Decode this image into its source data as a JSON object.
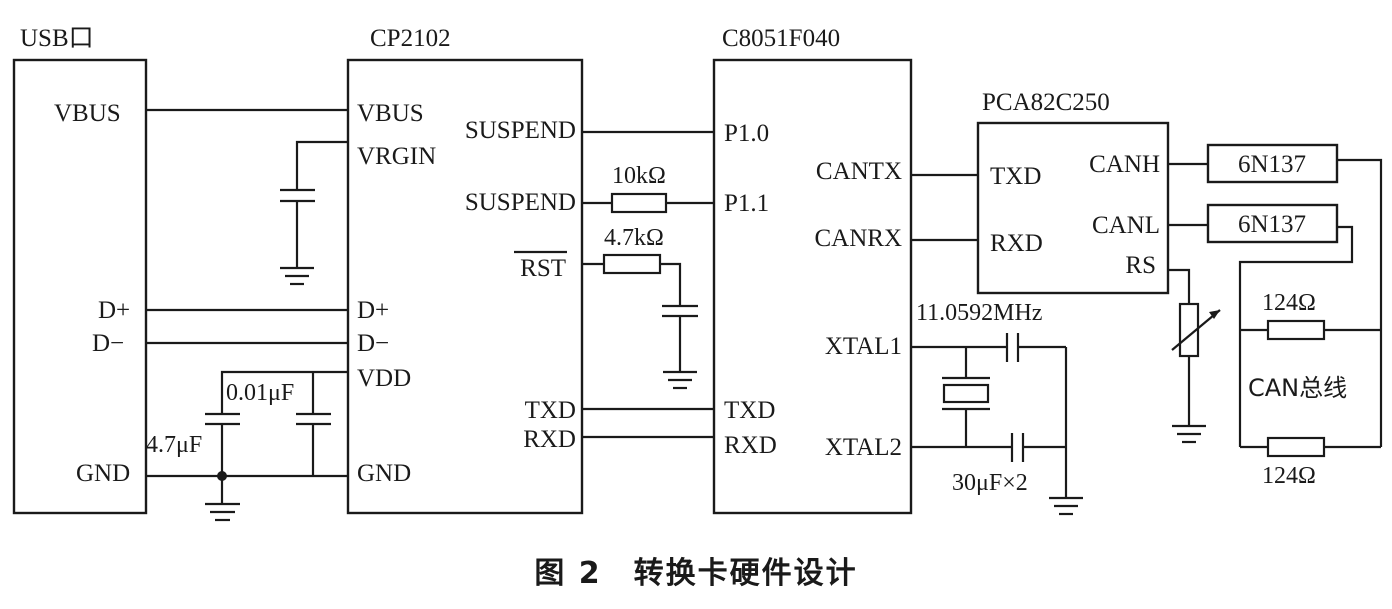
{
  "blocks": {
    "usb": {
      "title": "USB口",
      "pins": {
        "vbus": "VBUS",
        "dplus": "D+",
        "dminus": "D−",
        "gnd": "GND"
      }
    },
    "cp2102": {
      "title": "CP2102",
      "left_pins": {
        "vbus": "VBUS",
        "vrgin": "VRGIN",
        "dplus": "D+",
        "dminus": "D−",
        "vdd": "VDD",
        "gnd": "GND"
      },
      "right_pins": {
        "suspend": "SUSPEND",
        "suspend_b": "SUSPEND",
        "rst": "RST",
        "txd": "TXD",
        "rxd": "RXD"
      }
    },
    "mcu": {
      "title": "C8051F040",
      "left_pins": {
        "p10": "P1.0",
        "p11": "P1.1",
        "txd": "TXD",
        "rxd": "RXD"
      },
      "right_pins": {
        "cantx": "CANTX",
        "canrx": "CANRX",
        "xtal1": "XTAL1",
        "xtal2": "XTAL2"
      }
    },
    "transceiver": {
      "title": "PCA82C250",
      "left_pins": {
        "txd": "TXD",
        "rxd": "RXD"
      },
      "right_pins": {
        "canh": "CANH",
        "canl": "CANL",
        "rs": "RS"
      }
    }
  },
  "components": {
    "r_10k": "10kΩ",
    "r_4k7": "4.7kΩ",
    "c_001": "0.01μF",
    "c_4u7": "4.7μF",
    "crystal": "11.0592MHz",
    "c_30p": "30μF×2",
    "opto_1": "6N137",
    "opto_2": "6N137",
    "term_1": "124Ω",
    "term_2": "124Ω",
    "bus": "CAN总线"
  },
  "caption": "图 2　转换卡硬件设计"
}
